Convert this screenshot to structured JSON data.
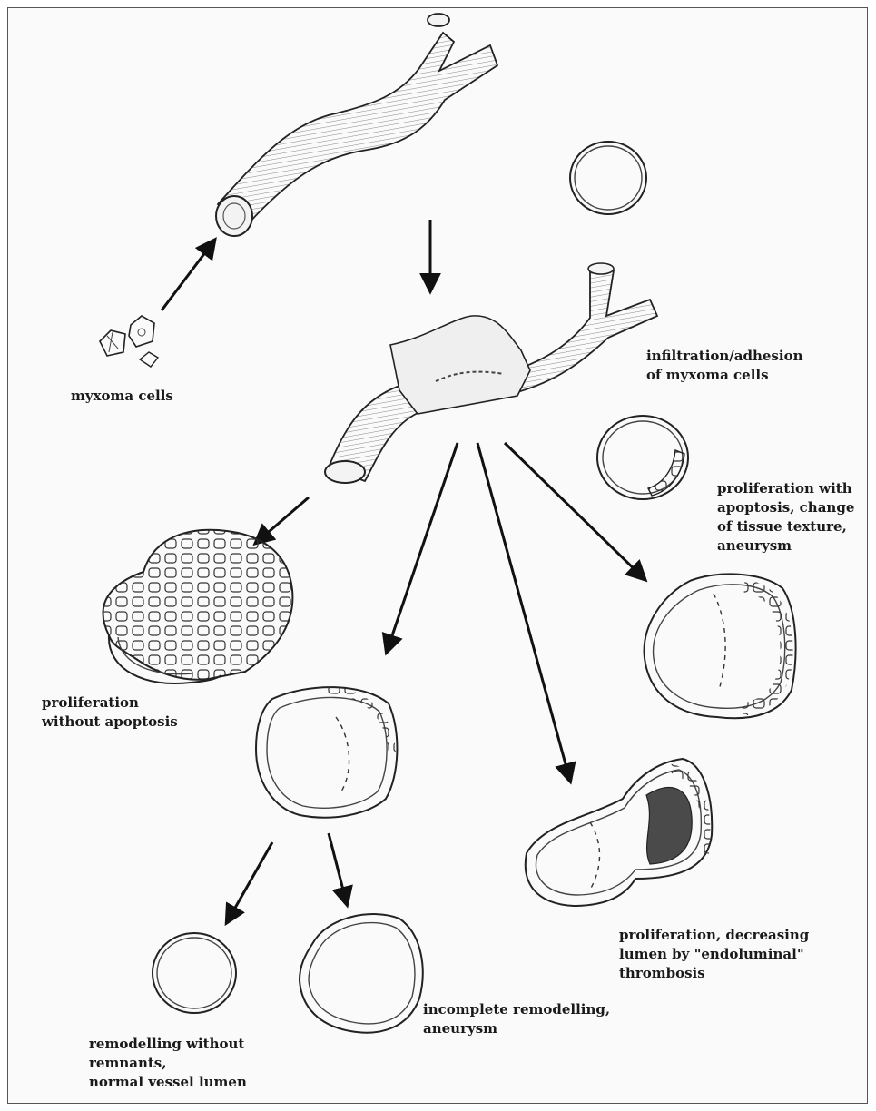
{
  "labels": {
    "myxoma_cells": "myxoma cells",
    "infiltration": "infiltration/adhesion\nof myxoma cells",
    "prolif_apoptosis": "proliferation with\napoptosis, change\nof tissue texture,\naneurysm",
    "prolif_no_apoptosis": "proliferation\nwithout apoptosis",
    "prolif_decreasing": "proliferation, decreasing\nlumen by \"endoluminal\"\nthrombosis",
    "remodelling_without": "remodelling without\nremnants,\nnormal vessel lumen",
    "incomplete_remodelling": "incomplete remodelling,\naneurysm"
  }
}
